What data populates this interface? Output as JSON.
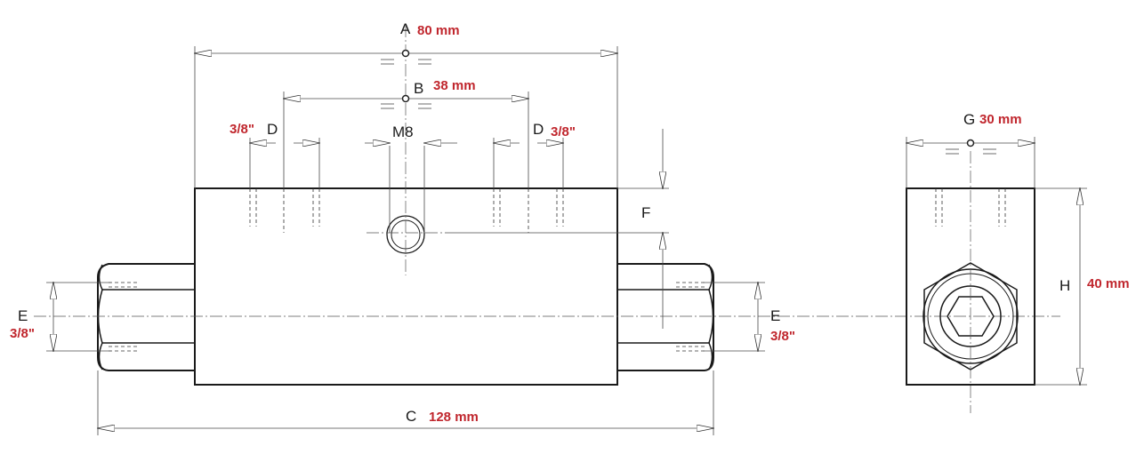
{
  "dimensions": {
    "A": {
      "letter": "A",
      "value": "80 mm"
    },
    "B": {
      "letter": "B",
      "value": "38 mm"
    },
    "C": {
      "letter": "C",
      "value": "128 mm"
    },
    "D_left": {
      "letter": "D",
      "value": "3/8\""
    },
    "D_right": {
      "letter": "D",
      "value": "3/8\""
    },
    "M": {
      "letter": "M8"
    },
    "F": {
      "letter": "F"
    },
    "E_left": {
      "letter": "E",
      "value": "3/8\""
    },
    "E_right": {
      "letter": "E",
      "value": "3/8\""
    },
    "G": {
      "letter": "G",
      "value": "30 mm"
    },
    "H": {
      "letter": "H",
      "value": "40 mm"
    }
  }
}
